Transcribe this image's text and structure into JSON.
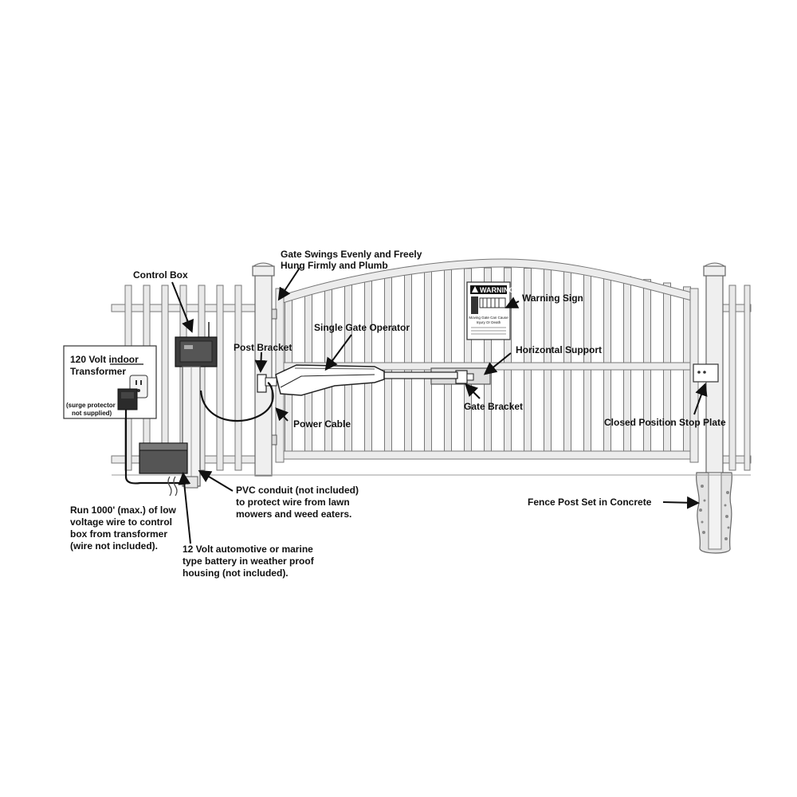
{
  "labels": {
    "gate_swings_line1": "Gate Swings Evenly and Freely",
    "gate_swings_line2": "Hung Firmly and Plumb",
    "control_box": "Control Box",
    "warning_sign": "Warning Sign",
    "single_gate_operator": "Single Gate Operator",
    "post_bracket": "Post Bracket",
    "horizontal_support": "Horizontal Support",
    "transformer_line1": "120 Volt indoor",
    "transformer_line2": "Transformer",
    "surge_line1": "(surge protector",
    "surge_line2": "not supplied)",
    "power_cable": "Power Cable",
    "gate_bracket": "Gate Bracket",
    "closed_stop_plate": "Closed Position Stop Plate",
    "pvc_line1": "PVC conduit (not included)",
    "pvc_line2": "to protect wire from lawn",
    "pvc_line3": "mowers and weed eaters.",
    "fence_post": "Fence Post Set in Concrete",
    "run_line1": "Run 1000' (max.) of low",
    "run_line2": "voltage wire to control",
    "run_line3": "box from transformer",
    "run_line4": "(wire not included).",
    "battery_line1": "12 Volt automotive or marine",
    "battery_line2": "type battery in weather proof",
    "battery_line3": "housing (not included)."
  },
  "warning_sign": {
    "title": "WARNING",
    "body_line1": "Moving Gate Can Cause",
    "body_line2": "Injury Or Death"
  },
  "icons": [
    "outlet-icon",
    "transformer-icon",
    "control-box-icon",
    "battery-icon",
    "warning-sign-icon",
    "stop-plate-icon"
  ],
  "colors": {
    "line": "#111111",
    "fence_fill": "#e9e9e9",
    "fence_stroke": "#777777"
  }
}
